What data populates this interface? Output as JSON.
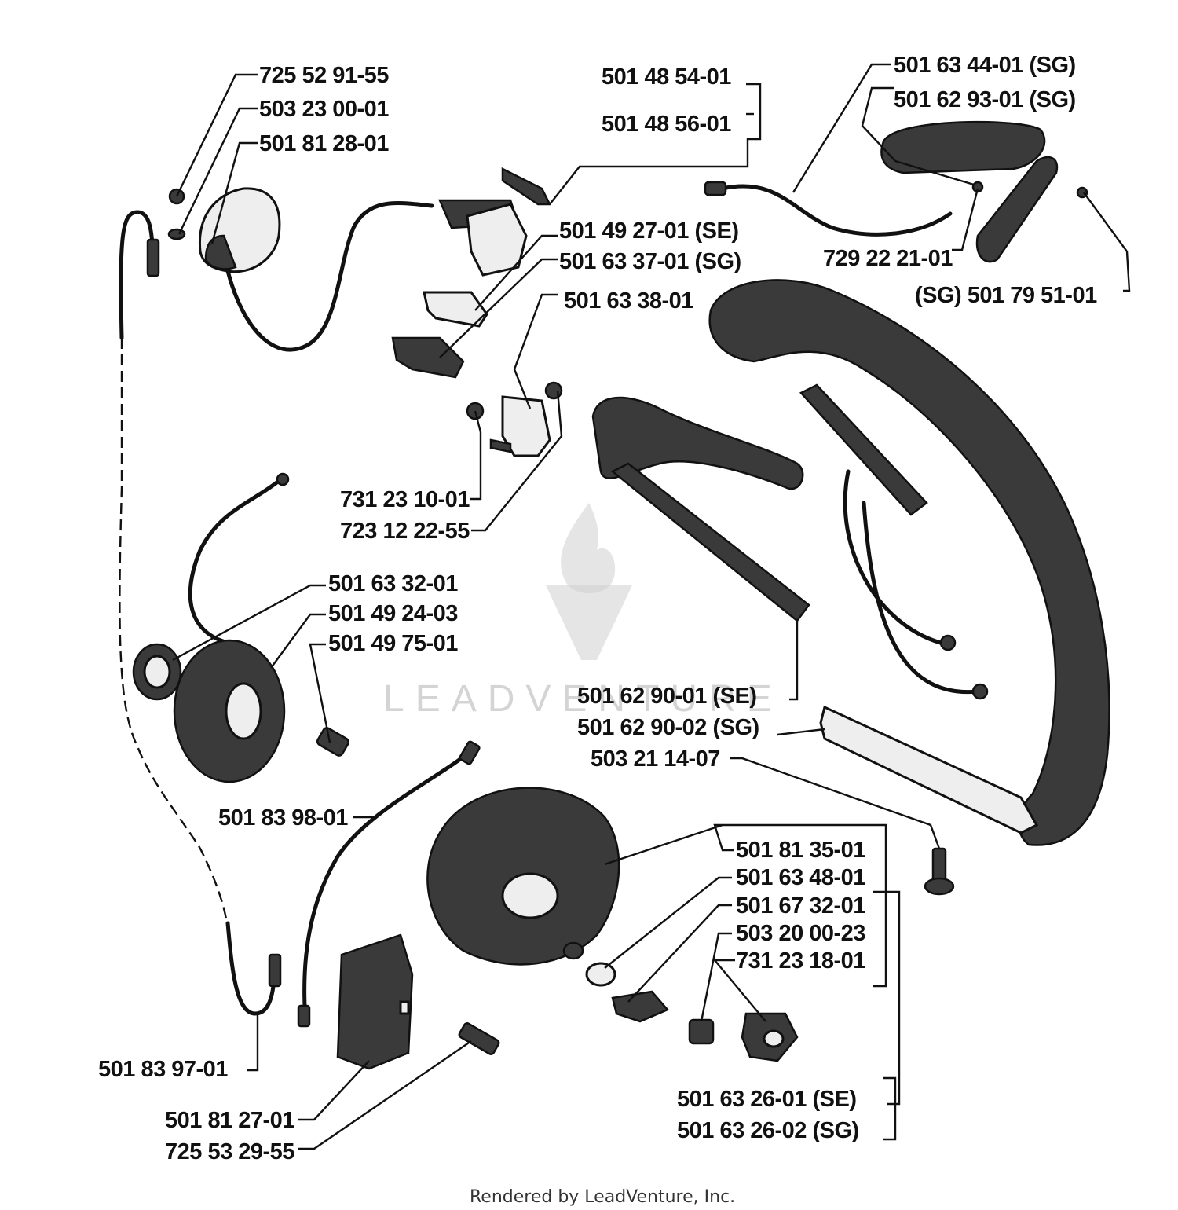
{
  "labels": {
    "l01": "725 52 91-55",
    "l02": "503 23 00-01",
    "l03": "501 81 28-01",
    "l04": "501 48 54-01",
    "l05": "501 48 56-01",
    "l06": "501 63 44-01 (SG)",
    "l07": "501 62 93-01 (SG)",
    "l08": "501 49 27-01 (SE)",
    "l09": "501 63 37-01 (SG)",
    "l10": "729 22 21-01",
    "l11": "(SG) 501 79 51-01",
    "l12": "501 63 38-01",
    "l13": "731 23 10-01",
    "l14": "723 12 22-55",
    "l15": "501 63 32-01",
    "l16": "501 49 24-03",
    "l17": "501 49 75-01",
    "l18": "501 62 90-01 (SE)",
    "l19": "501 62 90-02 (SG)",
    "l20": "503 21 14-07",
    "l21": "501 83  98-01",
    "l22": "501 81 35-01",
    "l23": "501 63 48-01",
    "l24": "501 67 32-01",
    "l25": "503 20 00-23",
    "l26": "731 23 18-01",
    "l27": "501 83 97-01",
    "l28": "501 63 26-01 (SE)",
    "l29": "501 63 26-02 (SG)",
    "l30": "501 81 27-01",
    "l31": "725 53 29-55"
  },
  "watermark": {
    "text": "LEADVENTURE"
  },
  "footer": {
    "text": "Rendered by LeadVenture, Inc."
  }
}
